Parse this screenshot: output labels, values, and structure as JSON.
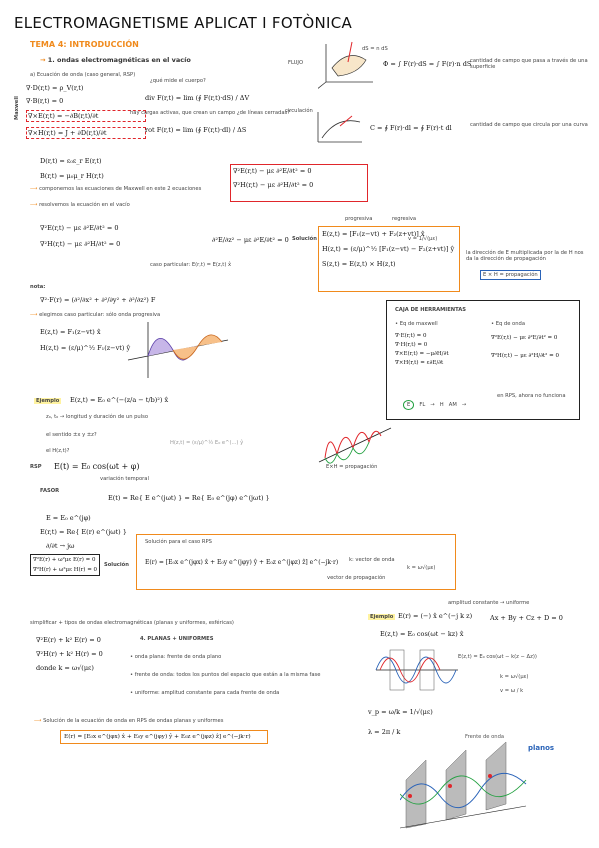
{
  "header": {
    "title": "ELECTROMAGNETISME APLICAT I FOTÒNICA",
    "tema": "TEMA 4: INTRODUCCIÓN",
    "section1": "1. ondas electromagnéticas en el vacío",
    "subsection": "a) Ecuación de onda (caso general, RSP)"
  },
  "maxwell": {
    "side_label": "Maxwell",
    "eq1": "∇·D(r,t) = ρ_V(r,t)",
    "eq2": "∇·B(r,t) = 0",
    "eq3": "∇×E(r,t) = −∂B(r,t)/∂t",
    "eq4": "∇×H(r,t) = J + ∂D(r,t)/∂t",
    "div_def": "div F(r,t) = lim (∮ F(r,t)·dS) / ΔV",
    "rot_def": "rot F(r,t) = lim (∮ F(r,t)·dl) / ΔS",
    "note_div": "¿qué mide el cuerpo?",
    "note_rot": "hay cargas activas, que crean un campo ¿de líneas cerradas?",
    "d_rel": "D(r,t) = ε₀ε_r E(r,t)",
    "b_rel": "B(r,t) = μ₀μ_r H(r,t)",
    "step1": "componemos las ecuaciones de Maxwell en este 2 ecuaciones",
    "step2": "resolvemos la ecuación en el vacío"
  },
  "flux": {
    "label": "FLUJO",
    "formula": "Φ = ∫ F(r)·dS = ∫ F(r)·n dS",
    "desc": "cantidad de campo que pasa a través de una superficie",
    "ds_label": "dS = n dS"
  },
  "circ": {
    "label": "circulación",
    "formula": "C = ∮ F(r)·dl = ∮ F(r)·t dl",
    "desc": "cantidad de campo que circula por una curva"
  },
  "wave": {
    "eq_e": "∇²E(r,t) − με ∂²E/∂t² = 0",
    "eq_h": "∇²H(r,t) − με ∂²H/∂t² = 0",
    "particular": "caso particular: E(r,t) = E(z,t) x̂",
    "reduced": "∂²E/∂z² − με ∂²E/∂t² = 0",
    "solution_label": "Solución",
    "sol_e": "E(z,t) = [F₁(z−vt) + F₂(z+vt)] x̂",
    "sol_h": "H(z,t) = (ε/μ)^½ [F₁(z−vt) − F₂(z+vt)] ŷ",
    "sol_s": "S(z,t) = E(z,t) × H(z,t)",
    "v_label": "v = 1/√(με)",
    "prog": "progresiva",
    "regr": "regresiva",
    "direction_note": "la dirección de E multiplicada por la de H nos da la dirección de propagación",
    "e_cross_h": "E × H = propagación",
    "note_label": "nota:",
    "note_eq": "∇²·F(r) = (∂²/∂x² + ∂²/∂y² + ∂²/∂z²) F",
    "choose": "elegimos caso particular: sólo onda progresiva",
    "e_case": "E(z,t) = F₁(z−vt) x̂",
    "h_case": "H(z,t) = (ε/μ)^½ F₁(z−vt) ŷ"
  },
  "cheatsheet": {
    "title": "CAJA DE HERRAMIENTAS",
    "col1": "• Eq de maxwell",
    "col2": "• Eq de onda",
    "m1": "∇·E(r,t) = 0",
    "m2": "∇·H(r,t) = 0",
    "m3": "∇×E(r,t) = −μ∂H/∂t",
    "m4": "∇×H(r,t) = ε∂E/∂t",
    "w1": "∇²E(r,t) − με ∂²E/∂t² = 0",
    "w2": "∇²H(r,t) − με ∂²H/∂t² = 0",
    "flow_e": "E",
    "flow_h": "H",
    "flow_p": "FL",
    "flow_am": "AM",
    "flow_note": "en RPS, ahora no funciona"
  },
  "example1": {
    "label": "Ejemplo",
    "eq": "E(z,t) = E₀ e^(−(z/a − t/b)²) x̂",
    "q1": "z₀, t₀ → longitud y duración de un pulso",
    "q2": "el sentido ±x y ±z?",
    "q3": "el H(z,t)?",
    "ans": "H(z,t) = (ε/μ)^½ E₀ e^(...) ŷ",
    "prop": "E×H = propagación"
  },
  "rsp": {
    "label": "RSP",
    "formula": "E(t) = E₀ cos(ωt + φ)",
    "var": "variación temporal",
    "fasor": "FASOR",
    "phasor": "E(t) = Re{ E e^(jωt) } = Re{ E₀ e^(jφ) e^(jωt) }",
    "e_def": "E = E₀ e^(jφ)",
    "e_r": "E(r,t) = Re{ E(r) e^(jωt) }",
    "d_dt": "∂/∂t → jω",
    "helm1": "∇²E(r) + ω²με E(r) = 0",
    "helm2": "∇²H(r) + ω²με H(r) = 0",
    "sol_label": "Solución",
    "box_title": "Solución para el caso RPS",
    "box_eq": "E(r) = [E₀x e^(jφx) x̂ + E₀y e^(jφy) ŷ + E₀z e^(jφz) ẑ] e^(−jk·r)",
    "k_vec": "k: vector de onda",
    "k_val": "k = ω√(με)",
    "vec_prop": "vector de propagación"
  },
  "plane": {
    "section": "simplificar + tipos de ondas electromagnéticas (planas y uniformes, esféricas)",
    "h1": "∇²E(r) + k² E(r) = 0",
    "h2": "∇²H(r) + k² H(r) = 0",
    "k_def": "donde k = ω√(με)",
    "title": "4. PLANAS + UNIFORMES",
    "b1": "• onda plana: frente de onda plano",
    "b2": "• frente de onda: todos los puntos del espacio que están a la misma fase",
    "b3": "• uniforme: amplitud constante para cada frente de onda",
    "sol_note": "Solución de la ecuación de onda en RPS de ondas planas y uniformes",
    "sol_eq": "E(r) = [E₀x e^(jφx) x̂ + E₀y e^(jφy) ŷ + E₀z e^(jφz) ẑ] e^(−jk·r)"
  },
  "example2": {
    "label": "Ejemplo",
    "eq": "E(r) = (−) x̂ e^(−j k z)",
    "amp": "amplitud constante → uniforme",
    "plane": "Ax + By + Cz + D = 0",
    "time": "E(z,t) = E₀ cos(ωt − kz) x̂",
    "red_eq": "E(z,t) = E₀ cos(ωt − k(z − Δz))",
    "green1": "k = ω√(με)",
    "green2": "v = ω / k",
    "lambda": "λ = 2π / k",
    "vel": "v_p = ω/k = 1/√(με)",
    "planes": "planos",
    "front": "Frente de onda"
  }
}
